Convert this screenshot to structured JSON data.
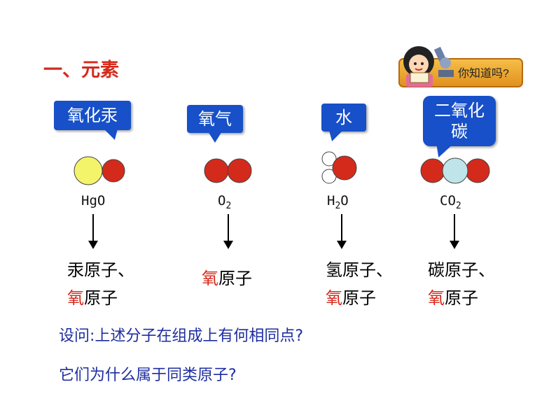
{
  "title": "一、元素",
  "badge": {
    "label": "你知道吗?"
  },
  "molecules": [
    {
      "name": "氧化汞",
      "formula_main": "HgO",
      "formula_sub": "",
      "atoms_line1_red": "",
      "atoms_line1_rest": "汞原子、",
      "atoms_line2_red": "氧",
      "atoms_line2_rest": "原子"
    },
    {
      "name": "氧气",
      "formula_main": "O",
      "formula_sub": "2",
      "atoms_line1_red": "氧",
      "atoms_line1_rest": "原子"
    },
    {
      "name": "水",
      "formula_main": "H",
      "formula_sub": "2",
      "formula_tail": "O",
      "atoms_line1_red": "",
      "atoms_line1_rest": "氢原子、",
      "atoms_line2_red": "氧",
      "atoms_line2_rest": "原子"
    },
    {
      "name_line1": "二氧化",
      "name_line2": "碳",
      "formula_main": "CO",
      "formula_sub": "2",
      "atoms_line1_red": "",
      "atoms_line1_rest": "碳原子、",
      "atoms_line2_red": "氧",
      "atoms_line2_rest": "原子"
    }
  ],
  "questions": {
    "q1": "设问:上述分子在组成上有何相同点?",
    "q2": "它们为什么属于同类原子?"
  },
  "colors": {
    "oxygen": "#d42a1c",
    "mercury": "#f4f46a",
    "carbon": "#bfe4ea",
    "hydrogen": "#ffffff",
    "bubble": "#1750c8"
  }
}
